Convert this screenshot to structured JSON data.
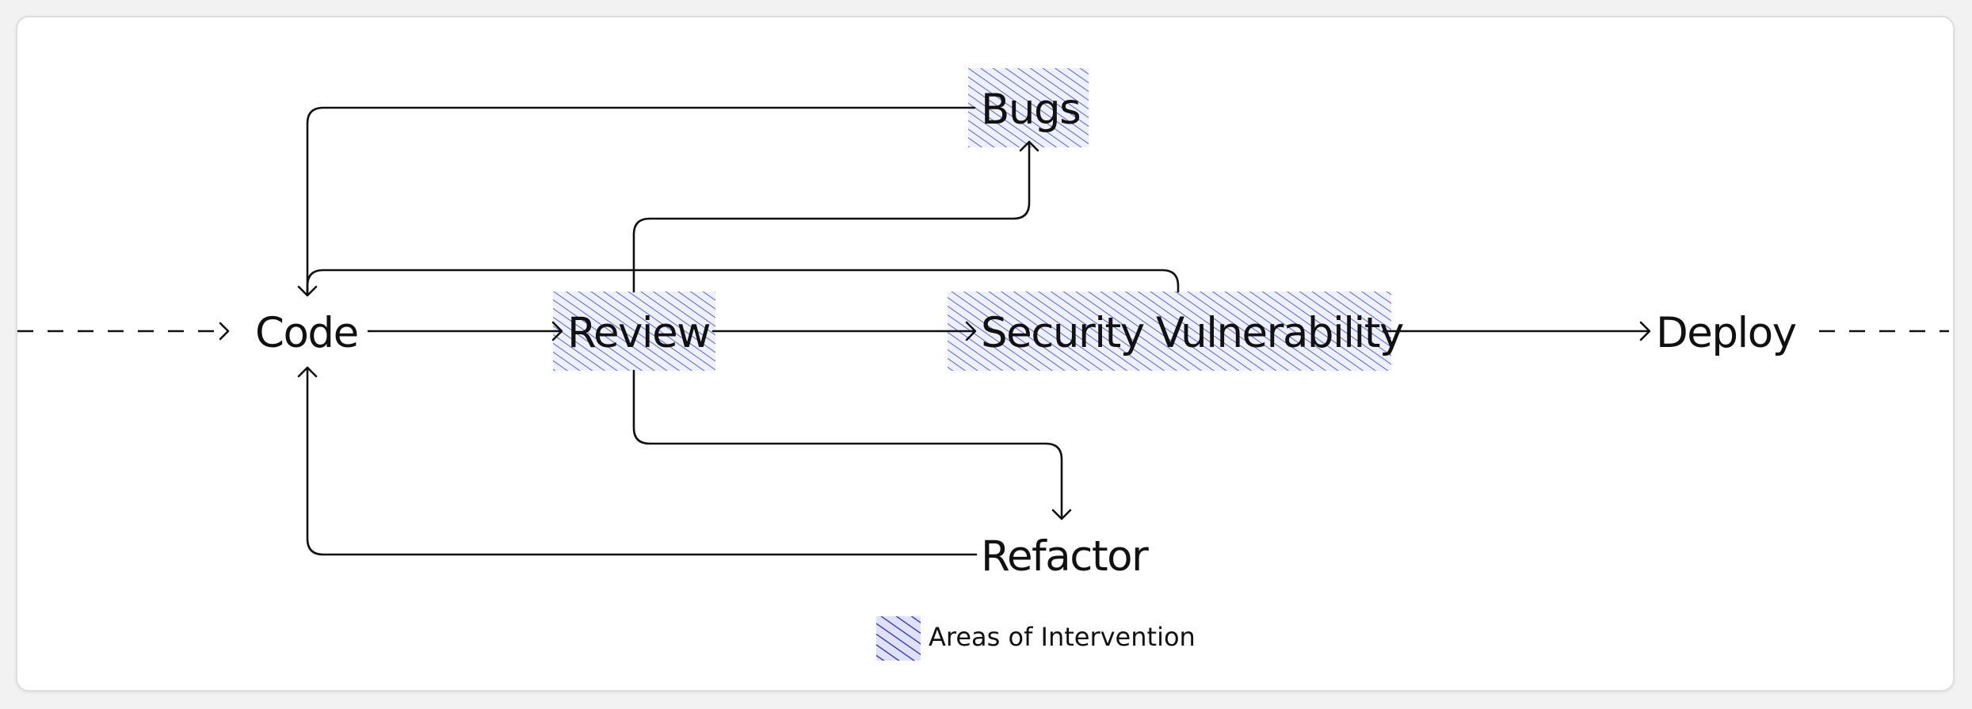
{
  "nodes": {
    "code": "Code",
    "review": "Review",
    "security": "Security Vulnerability",
    "deploy": "Deploy",
    "bugs": "Bugs",
    "refactor": "Refactor"
  },
  "legend": {
    "label": "Areas of Intervention"
  },
  "colors": {
    "hatch": "#3a3fc4",
    "hatch_background": "#eceefb",
    "line": "#111111"
  }
}
